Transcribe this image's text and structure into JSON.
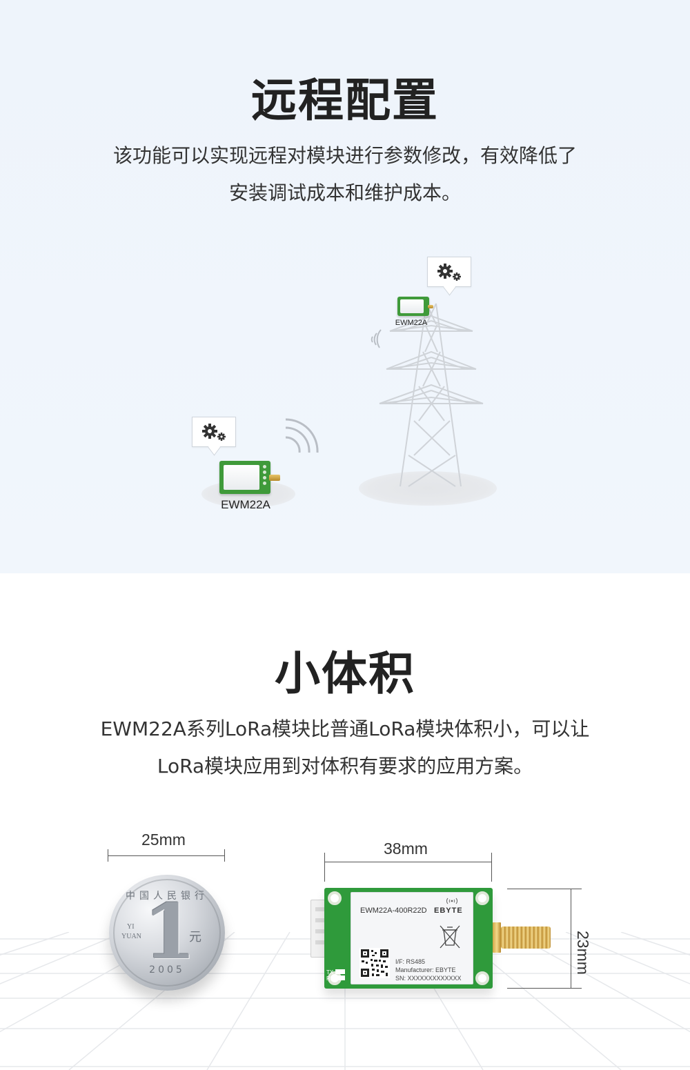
{
  "remote": {
    "title": "远程配置",
    "desc_line1": "该功能可以实现远程对模块进行参数修改，有效降低了",
    "desc_line2": "安装调试成本和维护成本。",
    "module_label_left": "EWM22A",
    "module_label_tower": "EWM22A"
  },
  "small": {
    "title": "小体积",
    "desc_line1": "EWM22A系列LoRa模块比普通LoRa模块体积小，可以让",
    "desc_line2": "LoRa模块应用到对体积有要求的应用方案。",
    "coin_width": "25mm",
    "board_length": "38mm",
    "board_height": "23mm",
    "board": {
      "model": "EWM22A-400R22D",
      "brand": "EBYTE",
      "info_if": "I/F: RS485",
      "info_manufacturer": "Manufacturer: EBYTE",
      "info_sn": "SN: XXXXXXXXXXXXX",
      "led_tx": "TX",
      "led_rx": "RX"
    },
    "coin": {
      "text_top": "中国人民银行",
      "numeral": "1",
      "yi": "YI",
      "yuan": "YUAN",
      "yuan_cn": "元",
      "year": "2005"
    }
  },
  "colors": {
    "section_bg": "#eef4fb",
    "pcb_green": "#2f9a3b",
    "text_dark": "#222222"
  }
}
